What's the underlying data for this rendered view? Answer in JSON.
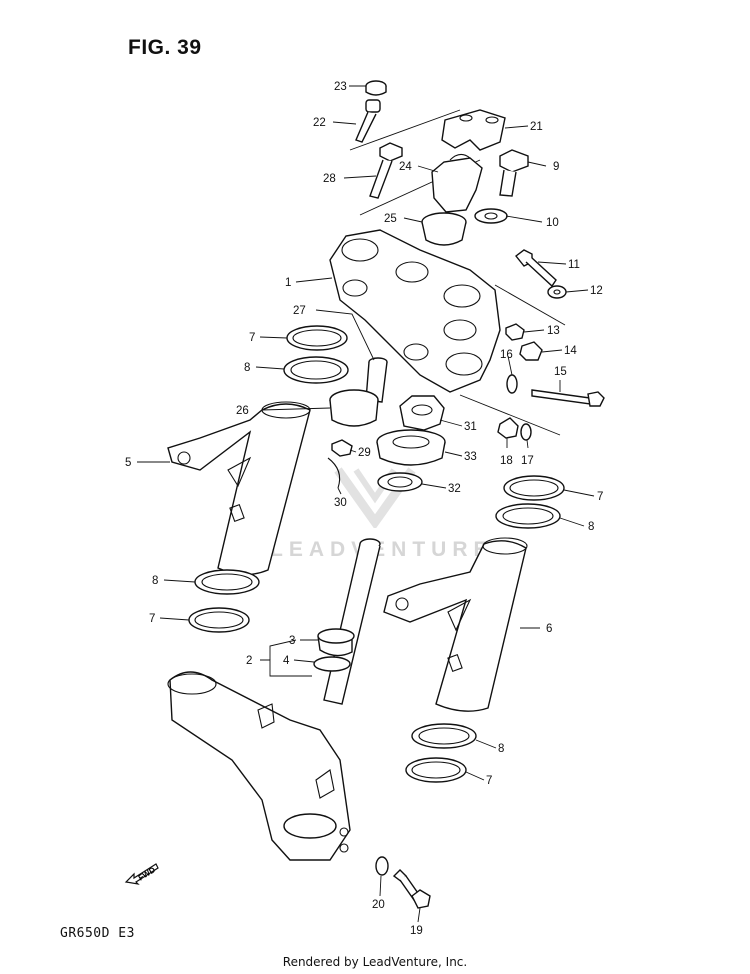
{
  "figure_title": "FIG. 39",
  "model_code": "GR650D  E3",
  "footer_text": "Rendered by LeadVenture, Inc.",
  "watermark_text": "LEADVENTURE",
  "fwd_label": "FWD",
  "callouts": [
    {
      "id": "23",
      "label": "23"
    },
    {
      "id": "22",
      "label": "22"
    },
    {
      "id": "21",
      "label": "21"
    },
    {
      "id": "24",
      "label": "24"
    },
    {
      "id": "9",
      "label": "9"
    },
    {
      "id": "28",
      "label": "28"
    },
    {
      "id": "25",
      "label": "25"
    },
    {
      "id": "10",
      "label": "10"
    },
    {
      "id": "11",
      "label": "11"
    },
    {
      "id": "1",
      "label": "1"
    },
    {
      "id": "12",
      "label": "12"
    },
    {
      "id": "27",
      "label": "27"
    },
    {
      "id": "13",
      "label": "13"
    },
    {
      "id": "7a",
      "label": "7"
    },
    {
      "id": "16",
      "label": "16"
    },
    {
      "id": "14",
      "label": "14"
    },
    {
      "id": "8a",
      "label": "8"
    },
    {
      "id": "15",
      "label": "15"
    },
    {
      "id": "26",
      "label": "26"
    },
    {
      "id": "31",
      "label": "31"
    },
    {
      "id": "18",
      "label": "18"
    },
    {
      "id": "17",
      "label": "17"
    },
    {
      "id": "5",
      "label": "5"
    },
    {
      "id": "29",
      "label": "29"
    },
    {
      "id": "33",
      "label": "33"
    },
    {
      "id": "32",
      "label": "32"
    },
    {
      "id": "7b",
      "label": "7"
    },
    {
      "id": "30",
      "label": "30"
    },
    {
      "id": "8b",
      "label": "8"
    },
    {
      "id": "8c",
      "label": "8"
    },
    {
      "id": "7c",
      "label": "7"
    },
    {
      "id": "6",
      "label": "6"
    },
    {
      "id": "3",
      "label": "3"
    },
    {
      "id": "2",
      "label": "2"
    },
    {
      "id": "4",
      "label": "4"
    },
    {
      "id": "8d",
      "label": "8"
    },
    {
      "id": "7d",
      "label": "7"
    },
    {
      "id": "20",
      "label": "20"
    },
    {
      "id": "19",
      "label": "19"
    }
  ]
}
